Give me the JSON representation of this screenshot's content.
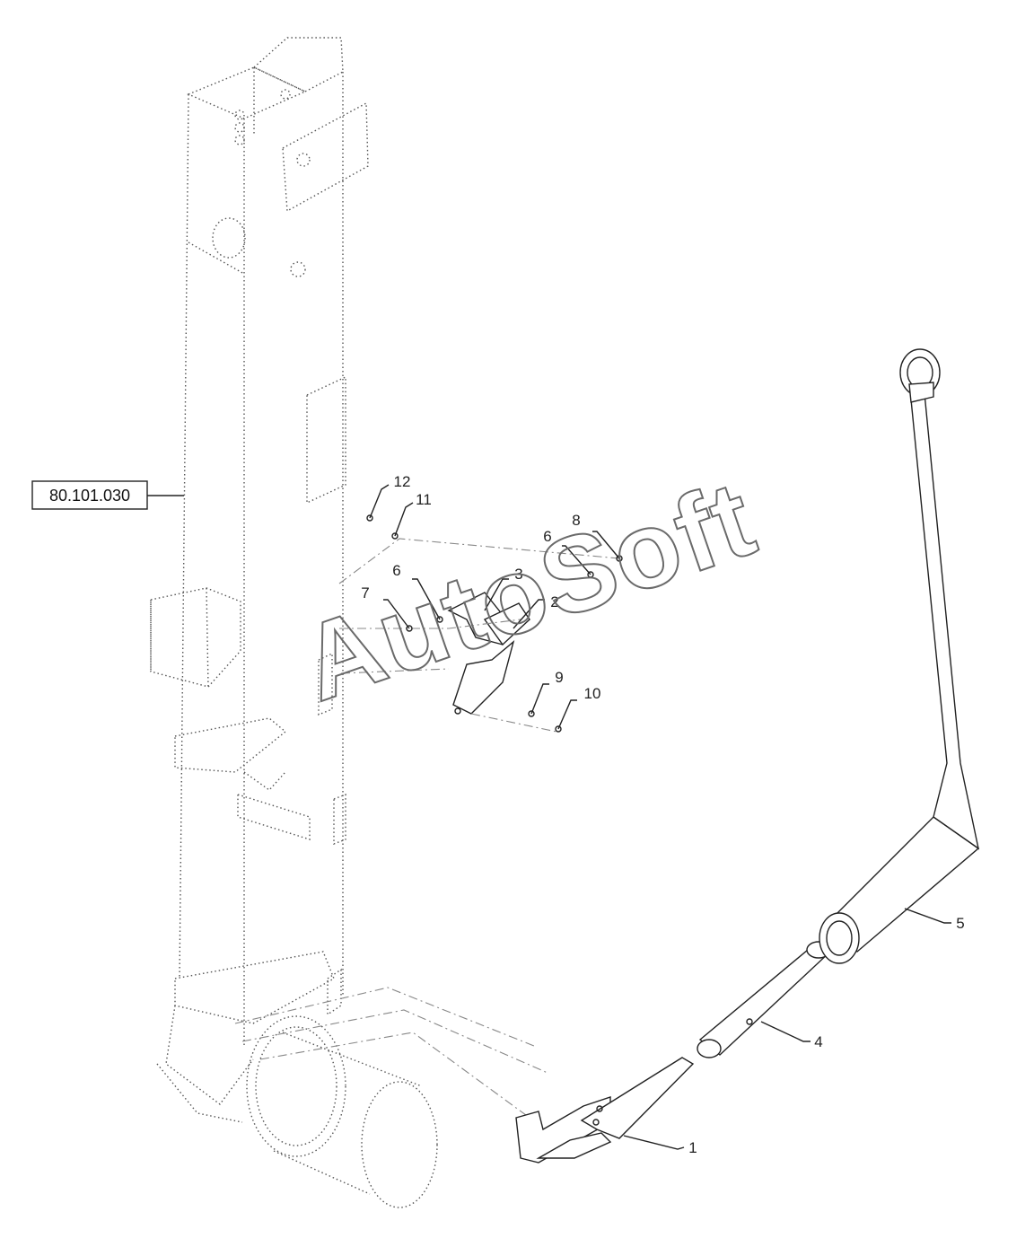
{
  "diagram": {
    "reference_box": "80.101.030",
    "watermark": "AutoSoft",
    "callouts": [
      "1",
      "2",
      "3",
      "4",
      "5",
      "6",
      "6",
      "7",
      "8",
      "9",
      "10",
      "11",
      "12"
    ]
  }
}
